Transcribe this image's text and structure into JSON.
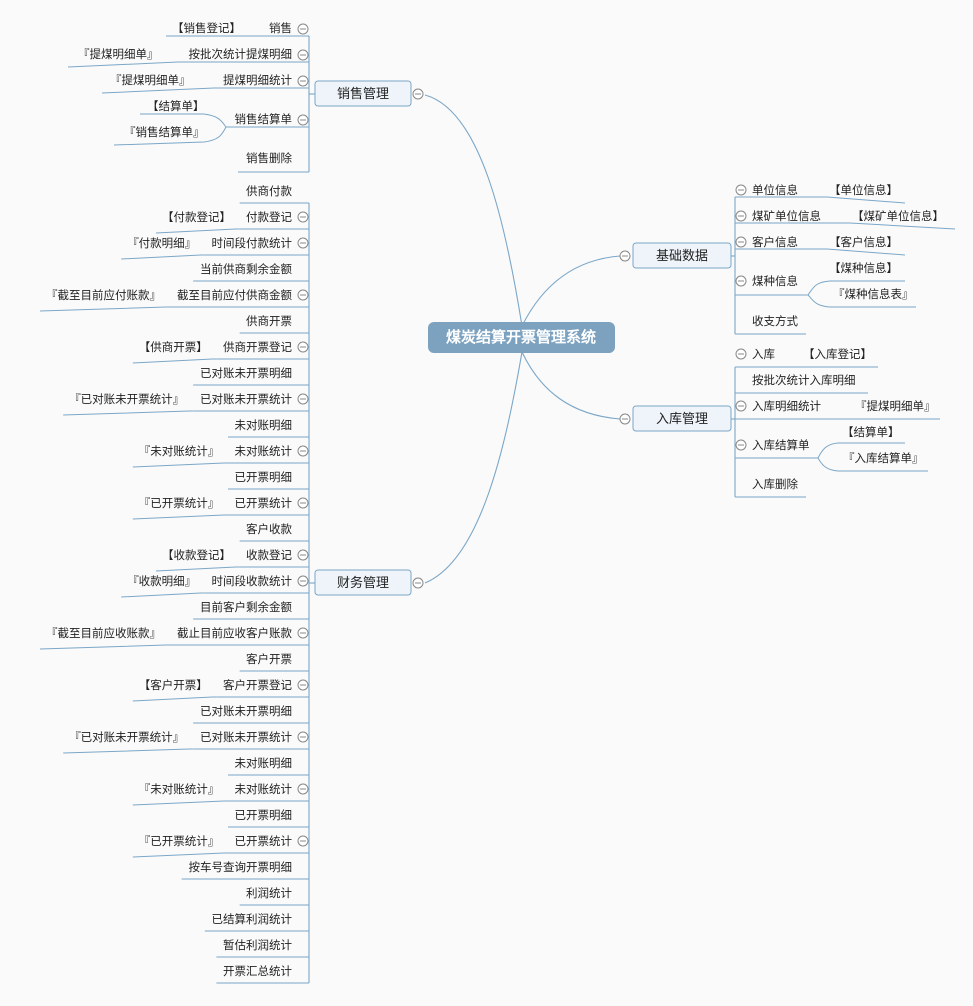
{
  "root": "煤炭结算开票管理系统",
  "sales": {
    "title": "销售管理",
    "items": [
      {
        "label": "销售",
        "tag": "【销售登记】"
      },
      {
        "label": "按批次统计提煤明细",
        "tag": "『提煤明细单』"
      },
      {
        "label": "提煤明细统计",
        "tag": "『提煤明细单』"
      },
      {
        "label": "销售结算单",
        "tags": [
          "【结算单】",
          "『销售结算单』"
        ]
      },
      {
        "label": "销售删除"
      }
    ]
  },
  "finance": {
    "title": "财务管理",
    "items": [
      {
        "label": "供商付款"
      },
      {
        "label": "付款登记",
        "tag": "【付款登记】"
      },
      {
        "label": "时间段付款统计",
        "tag": "『付款明细』"
      },
      {
        "label": "当前供商剩余金额"
      },
      {
        "label": "截至目前应付供商金额",
        "tag": "『截至目前应付账款』"
      },
      {
        "label": "供商开票"
      },
      {
        "label": "供商开票登记",
        "tag": "【供商开票】"
      },
      {
        "label": "已对账未开票明细"
      },
      {
        "label": "已对账未开票统计",
        "tag": "『已对账未开票统计』"
      },
      {
        "label": "未对账明细"
      },
      {
        "label": "未对账统计",
        "tag": "『未对账统计』"
      },
      {
        "label": "已开票明细"
      },
      {
        "label": "已开票统计",
        "tag": "『已开票统计』"
      },
      {
        "label": "客户收款"
      },
      {
        "label": "收款登记",
        "tag": "【收款登记】"
      },
      {
        "label": "时间段收款统计",
        "tag": "『收款明细』"
      },
      {
        "label": "目前客户剩余金额"
      },
      {
        "label": "截止目前应收客户账款",
        "tag": "『截至目前应收账款』"
      },
      {
        "label": "客户开票"
      },
      {
        "label": "客户开票登记",
        "tag": "【客户开票】"
      },
      {
        "label": "已对账未开票明细"
      },
      {
        "label": "已对账未开票统计",
        "tag": "『已对账未开票统计』"
      },
      {
        "label": "未对账明细"
      },
      {
        "label": "未对账统计",
        "tag": "『未对账统计』"
      },
      {
        "label": "已开票明细"
      },
      {
        "label": "已开票统计",
        "tag": "『已开票统计』"
      },
      {
        "label": "按车号查询开票明细"
      },
      {
        "label": "利润统计"
      },
      {
        "label": "已结算利润统计"
      },
      {
        "label": "暂估利润统计"
      },
      {
        "label": "开票汇总统计"
      }
    ]
  },
  "basic": {
    "title": "基础数据",
    "items": [
      {
        "label": "单位信息",
        "tag": "【单位信息】"
      },
      {
        "label": "煤矿单位信息",
        "tag": "【煤矿单位信息】"
      },
      {
        "label": "客户信息",
        "tag": "【客户信息】"
      },
      {
        "label": "煤种信息",
        "tags": [
          "【煤种信息】",
          "『煤种信息表』"
        ]
      },
      {
        "label": "收支方式"
      }
    ]
  },
  "stock": {
    "title": "入库管理",
    "items": [
      {
        "label": "入库",
        "tag": "【入库登记】"
      },
      {
        "label": "按批次统计入库明细"
      },
      {
        "label": "入库明细统计",
        "tag": "『提煤明细单』"
      },
      {
        "label": "入库结算单",
        "tags": [
          "【结算单】",
          "『入库结算单』"
        ]
      },
      {
        "label": "入库删除"
      }
    ]
  },
  "colors": {
    "line": "#7ba7c8",
    "root_fill": "#7ca2c0",
    "box_fill": "#eef4f9",
    "box_stroke": "#7ba7c8"
  }
}
